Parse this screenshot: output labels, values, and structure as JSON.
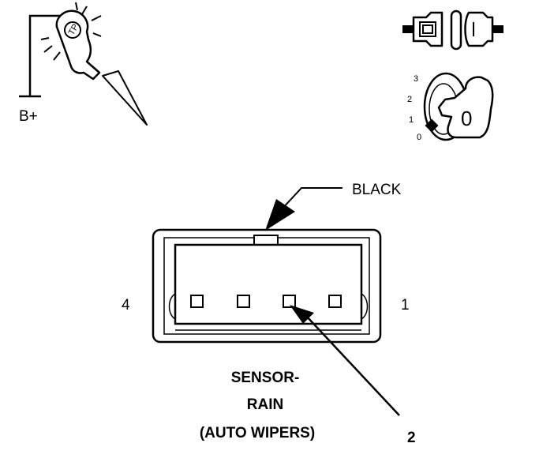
{
  "probe": {
    "battery_label": "B+",
    "tip_label": "TP"
  },
  "ignition": {
    "positions": [
      "3",
      "2",
      "1",
      "0"
    ],
    "key_label": "0"
  },
  "connector": {
    "color_label": "BLACK",
    "pin_left": "4",
    "pin_right": "1",
    "callout": "2",
    "name_lines": [
      "SENSOR-",
      "RAIN",
      "(AUTO WIPERS)"
    ]
  }
}
